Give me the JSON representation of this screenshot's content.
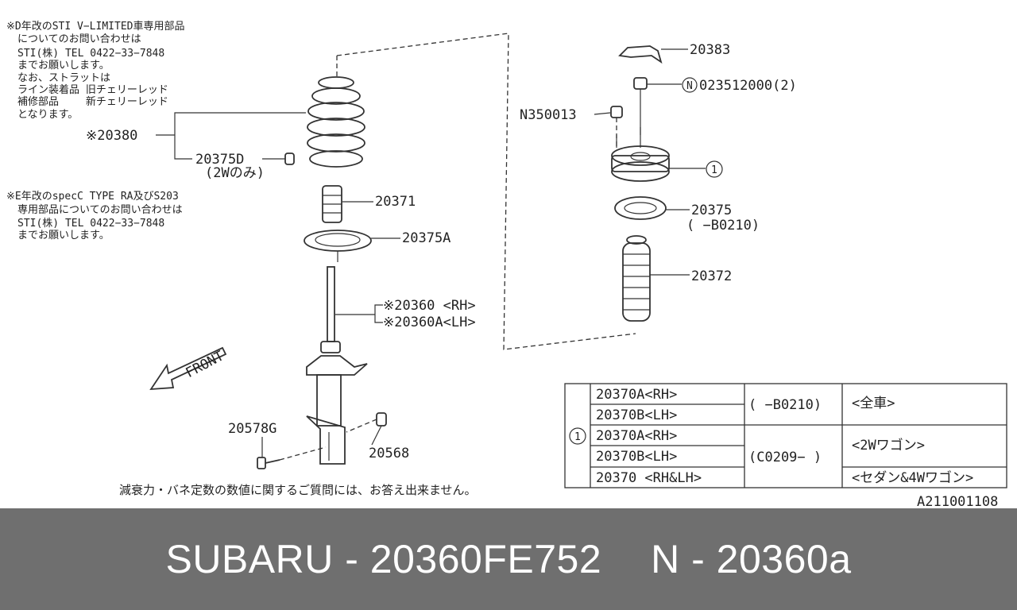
{
  "notes": {
    "d_note": [
      "※D年改のSTI V−LIMITED車専用部品",
      "についてのお問い合わせは",
      "STI(株) TEL 0422−33−7848",
      "までお願いします。",
      "なお、ストラットは",
      "ライン装着品 旧チェリーレッド",
      "補修部品　　 新チェリーレッド",
      "となります。"
    ],
    "e_note": [
      "※E年改のspecC TYPE RA及びS203",
      "専用部品についてのお問い合わせは",
      "STI(株) TEL 0422−33−7848",
      "までお願いします。"
    ],
    "bottom_note": "減衰力・バネ定数の数値に関するご質問には、お答え出来ません。"
  },
  "labels": {
    "l20380": "※20380",
    "l20375d": "20375D",
    "l2w": "(2Wのみ)",
    "l20371": "20371",
    "l20375a": "20375A",
    "l20360": "※20360 <RH>",
    "l20360a": "※20360A<LH>",
    "front": "FRONT",
    "l20578g": "20578G",
    "l20568": "20568",
    "l20383": "20383",
    "n_circle": "N",
    "l023512000": "023512000(2)",
    "l350013": "N350013",
    "one": "1",
    "l20375": "20375",
    "l_b0210": "(    −B0210)",
    "l20372": "20372",
    "ref_code": "A211001108"
  },
  "table": {
    "index": "1",
    "rows": [
      "20370A<RH>",
      "20370B<LH>",
      "20370A<RH>",
      "20370B<LH>",
      "20370 <RH&LH>"
    ],
    "period1": "( −B0210)",
    "period2": "(C0209− )",
    "app1": "<全車>",
    "app2": "<2Wワゴン>",
    "app3": "<セダン&4Wワゴン>"
  },
  "footer": {
    "left": "SUBARU - 20360FE752",
    "right": "N - 20360a"
  }
}
